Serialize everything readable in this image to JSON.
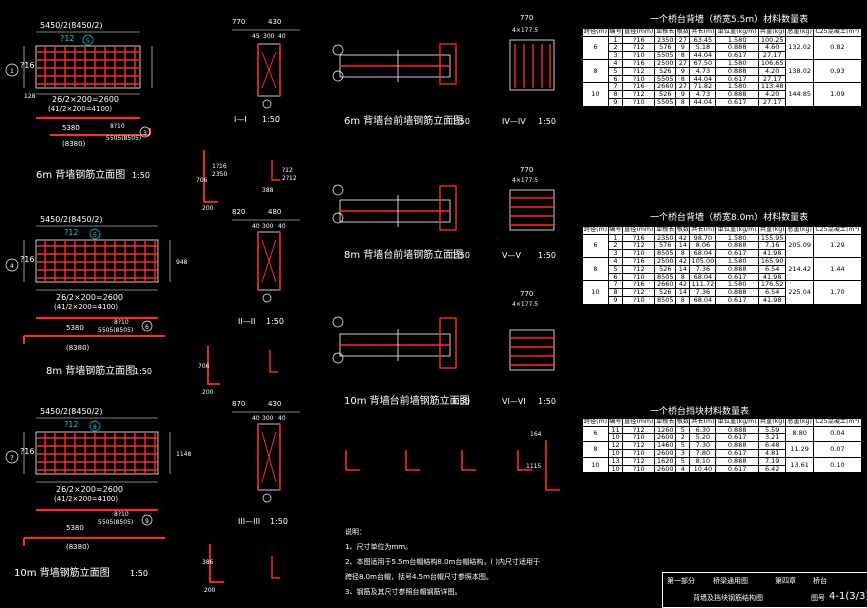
{
  "drawing": {
    "elevations": [
      {
        "title": "6m 背墙钢筋立面图",
        "scale": "1:50",
        "top_dim": "5450/2(8450/2)",
        "bot_dim1": "26/2×200=2600",
        "bot_dim2": "(41/2×200=4100)",
        "bar_a": "?12",
        "bar_b": "?16",
        "marker_a": "5",
        "marker_b": "1",
        "marker_c": "3",
        "callout_len": "5380",
        "callout_alt": "(8380)",
        "callout_bar": "8?10",
        "callout_sp": "5505(8505)",
        "left_dim": "128"
      },
      {
        "title": "8m 背墙钢筋立面图",
        "scale": "1:50",
        "top_dim": "5450/2(8450/2)",
        "bot_dim1": "26/2×200=2600",
        "bot_dim2": "(41/2×200=4100)",
        "bar_a": "?12",
        "bar_b": "?16",
        "marker_a": "5",
        "marker_b": "4",
        "marker_c": "6",
        "callout_len": "5380",
        "callout_alt": "(8380)",
        "callout_bar": "8?10",
        "callout_sp": "5505(8505)",
        "left_dim": "948"
      },
      {
        "title": "10m 背墙钢筋立面图",
        "scale": "1:50",
        "top_dim": "5450/2(8450/2)",
        "bot_dim1": "26/2×200=2600",
        "bot_dim2": "(41/2×200=4100)",
        "bar_a": "?12",
        "bar_b": "?16",
        "marker_a": "8",
        "marker_b": "7",
        "marker_c": "9",
        "callout_len": "5380",
        "callout_alt": "(8380)",
        "callout_bar": "8?10",
        "callout_sp": "5505(8505)",
        "left_dim": "1148"
      }
    ],
    "sections": [
      {
        "title": "I—I",
        "scale": "1:50",
        "dim_top": "770",
        "dim_a": "430",
        "dim_b": "45",
        "dim_c": "300",
        "dim_d": "40"
      },
      {
        "title": "II—II",
        "scale": "1:50",
        "dim_top": "820",
        "dim_a": "480",
        "dim_b": "300",
        "dim_c": "40",
        "dim_d": "40"
      },
      {
        "title": "III—III",
        "scale": "1:50",
        "dim_top": "870",
        "dim_a": "430",
        "dim_b": "300",
        "dim_c": "40",
        "dim_d": "40"
      }
    ],
    "plans": [
      {
        "title": "6m 背墙台前墙钢筋立面图",
        "scale": "1:50"
      },
      {
        "title": "8m 背墙台前墙钢筋立面图",
        "scale": "1:50"
      },
      {
        "title": "10m 背墙台前墙钢筋立面图",
        "scale": "1:50"
      }
    ],
    "small_sections": [
      {
        "title": "IV—IV",
        "scale": "1:50",
        "dim_top": "770",
        "dim_sp": "4×177.5"
      },
      {
        "title": "V—V",
        "scale": "1:50",
        "dim_top": "770",
        "dim_sp": "4×177.5"
      },
      {
        "title": "VI—VI",
        "scale": "1:50",
        "dim_top": "770",
        "dim_sp": "4×177.5"
      }
    ],
    "bar_shapes": {
      "s1": {
        "h": "706",
        "w": "200",
        "label": "1?16",
        "l2": "2350"
      },
      "s2": {
        "h": "388",
        "label": "?12",
        "l2": "2?12"
      },
      "s3": {
        "h": "706",
        "w": "200"
      },
      "s4": {
        "h": "386",
        "w": "200"
      },
      "s5": {
        "h": "1115",
        "w": "164"
      }
    },
    "notes": {
      "heading": "说明：",
      "n1": "1、尺寸单位为mm。",
      "n2": "2、本图适用于5.5m台帽结构8.0m台帽结构，( )内尺寸适用于",
      "n2b": "跨径8.0m台帽，括号4.5m台帽尺寸参照本图。",
      "n3": "3、钢筋及其尺寸参照台帽钢筋详图。"
    }
  },
  "tables": [
    {
      "title": "一个桥台背墙（桥宽5.5m）材料数量表",
      "headers": [
        "跨径(m)",
        "编号",
        "直径(mm)",
        "单根长",
        "根数",
        "共长(m)",
        "单位重(kg/m)",
        "共重(kg)",
        "总重(kg)",
        "C25混凝土(m³)"
      ],
      "groups": [
        {
          "span": "6",
          "total": "132.02",
          "concrete": "0.82",
          "rows": [
            [
              "1",
              "?16",
              "2350",
              "27",
              "63.45",
              "1.580",
              "100.25"
            ],
            [
              "2",
              "?12",
              "576",
              "9",
              "5.18",
              "0.888",
              "4.60"
            ],
            [
              "3",
              "?10",
              "5505",
              "8",
              "44.04",
              "0.617",
              "27.17"
            ]
          ]
        },
        {
          "span": "8",
          "total": "138.02",
          "concrete": "0.93",
          "rows": [
            [
              "4",
              "?16",
              "2500",
              "27",
              "67.50",
              "1.580",
              "106.65"
            ],
            [
              "5",
              "?12",
              "526",
              "9",
              "4.73",
              "0.888",
              "4.20"
            ],
            [
              "6",
              "?10",
              "5505",
              "8",
              "44.04",
              "0.617",
              "27.17"
            ]
          ]
        },
        {
          "span": "10",
          "total": "144.85",
          "concrete": "1.09",
          "rows": [
            [
              "7",
              "?16",
              "2660",
              "27",
              "71.82",
              "1.580",
              "113.48"
            ],
            [
              "8",
              "?12",
              "526",
              "9",
              "4.73",
              "0.888",
              "4.20"
            ],
            [
              "9",
              "?10",
              "5505",
              "8",
              "44.04",
              "0.617",
              "27.17"
            ]
          ]
        }
      ]
    },
    {
      "title": "一个桥台背墙（桥宽8.0m）材料数量表",
      "headers": [
        "跨径(m)",
        "编号",
        "直径(mm)",
        "单根长",
        "根数",
        "共长(m)",
        "单位重(kg/m)",
        "共重(kg)",
        "总重(kg)",
        "C25混凝土(m³)"
      ],
      "groups": [
        {
          "span": "6",
          "total": "205.09",
          "concrete": "1.29",
          "rows": [
            [
              "1",
              "?16",
              "2350",
              "42",
              "98.70",
              "1.580",
              "155.95"
            ],
            [
              "2",
              "?12",
              "576",
              "14",
              "8.06",
              "0.888",
              "7.16"
            ],
            [
              "3",
              "?10",
              "8505",
              "8",
              "68.04",
              "0.617",
              "41.98"
            ]
          ]
        },
        {
          "span": "8",
          "total": "214.42",
          "concrete": "1.44",
          "rows": [
            [
              "4",
              "?16",
              "2500",
              "42",
              "105.00",
              "1.580",
              "165.90"
            ],
            [
              "5",
              "?12",
              "526",
              "14",
              "7.36",
              "0.888",
              "6.54"
            ],
            [
              "6",
              "?10",
              "8505",
              "8",
              "68.04",
              "0.617",
              "41.98"
            ]
          ]
        },
        {
          "span": "10",
          "total": "225.04",
          "concrete": "1.70",
          "rows": [
            [
              "7",
              "?16",
              "2660",
              "42",
              "111.72",
              "1.580",
              "176.52"
            ],
            [
              "8",
              "?12",
              "526",
              "14",
              "7.36",
              "0.888",
              "6.54"
            ],
            [
              "9",
              "?10",
              "8505",
              "8",
              "68.04",
              "0.617",
              "41.98"
            ]
          ]
        }
      ]
    },
    {
      "title": "一个桥台挡块材料数量表",
      "headers": [
        "跨径(m)",
        "编号",
        "直径(mm)",
        "单根长",
        "根数",
        "共长(m)",
        "单位重(kg/m)",
        "共重(kg)",
        "总重(kg)",
        "C25混凝土(m³)"
      ],
      "groups": [
        {
          "span": "6",
          "total": "8.80",
          "concrete": "0.04",
          "rows": [
            [
              "11",
              "?12",
              "1260",
              "5",
              "6.30",
              "0.888",
              "5.59"
            ],
            [
              "10",
              "?10",
              "2600",
              "2",
              "5.20",
              "0.617",
              "3.21"
            ]
          ]
        },
        {
          "span": "8",
          "total": "11.29",
          "concrete": "0.07",
          "rows": [
            [
              "12",
              "?12",
              "1460",
              "5",
              "7.30",
              "0.888",
              "6.48"
            ],
            [
              "10",
              "?10",
              "2600",
              "3",
              "7.80",
              "0.617",
              "4.81"
            ]
          ]
        },
        {
          "span": "10",
          "total": "13.61",
          "concrete": "0.10",
          "rows": [
            [
              "13",
              "?12",
              "1620",
              "5",
              "8.10",
              "0.888",
              "7.19"
            ],
            [
              "10",
              "?10",
              "2600",
              "4",
              "10.40",
              "0.617",
              "6.42"
            ]
          ]
        }
      ]
    }
  ],
  "title_block": {
    "part": "第一部分",
    "project": "桥梁通用图",
    "chapter": "第四章",
    "type": "桥台",
    "drawing_name": "背墙及挡块钢筋结构图",
    "sheet_label": "图号",
    "sheet_no": "4-1(3/3)"
  }
}
